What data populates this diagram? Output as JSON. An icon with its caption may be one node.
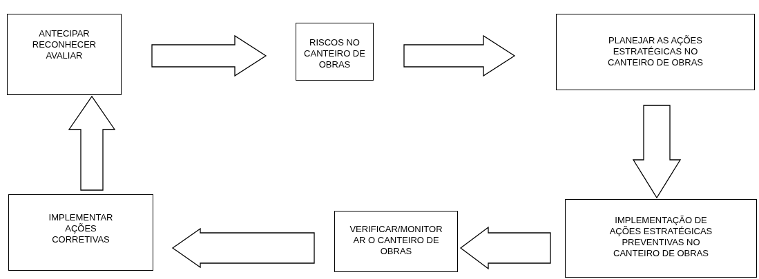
{
  "diagram": {
    "nodes": [
      {
        "text": [
          "ANTECIPAR RECONHECER AVALIAR"
        ]
      },
      {
        "text": [
          "RISCOS NO CANTEIRO DE OBRAS"
        ]
      },
      {
        "text": [
          "PLANEJAR AS AÇÕES ESTRATÉGICAS NO CANTEIRO DE OBRAS"
        ]
      },
      {
        "text": [
          "IMPLEMENTAÇÃO DE AÇÕES ESTRATÉGICAS PREVENTIVAS NO CANTEIRO DE OBRAS"
        ]
      },
      {
        "text": [
          "VERIFICAR/MONITORAR O CANTEIRO DE OBRAS"
        ]
      },
      {
        "text": [
          "IMPLEMENTAR AÇÕES CORRETIVAS"
        ]
      }
    ],
    "edges": [
      {
        "from": 0,
        "to": 1,
        "arrow": "to"
      },
      {
        "from": 1,
        "to": 2,
        "arrow": "to"
      },
      {
        "from": 2,
        "to": 3,
        "arrow": "to"
      },
      {
        "from": 3,
        "to": 4,
        "arrow": "to"
      },
      {
        "from": 4,
        "to": 5,
        "arrow": "to"
      },
      {
        "from": 5,
        "to": 0,
        "arrow": "to"
      }
    ]
  }
}
